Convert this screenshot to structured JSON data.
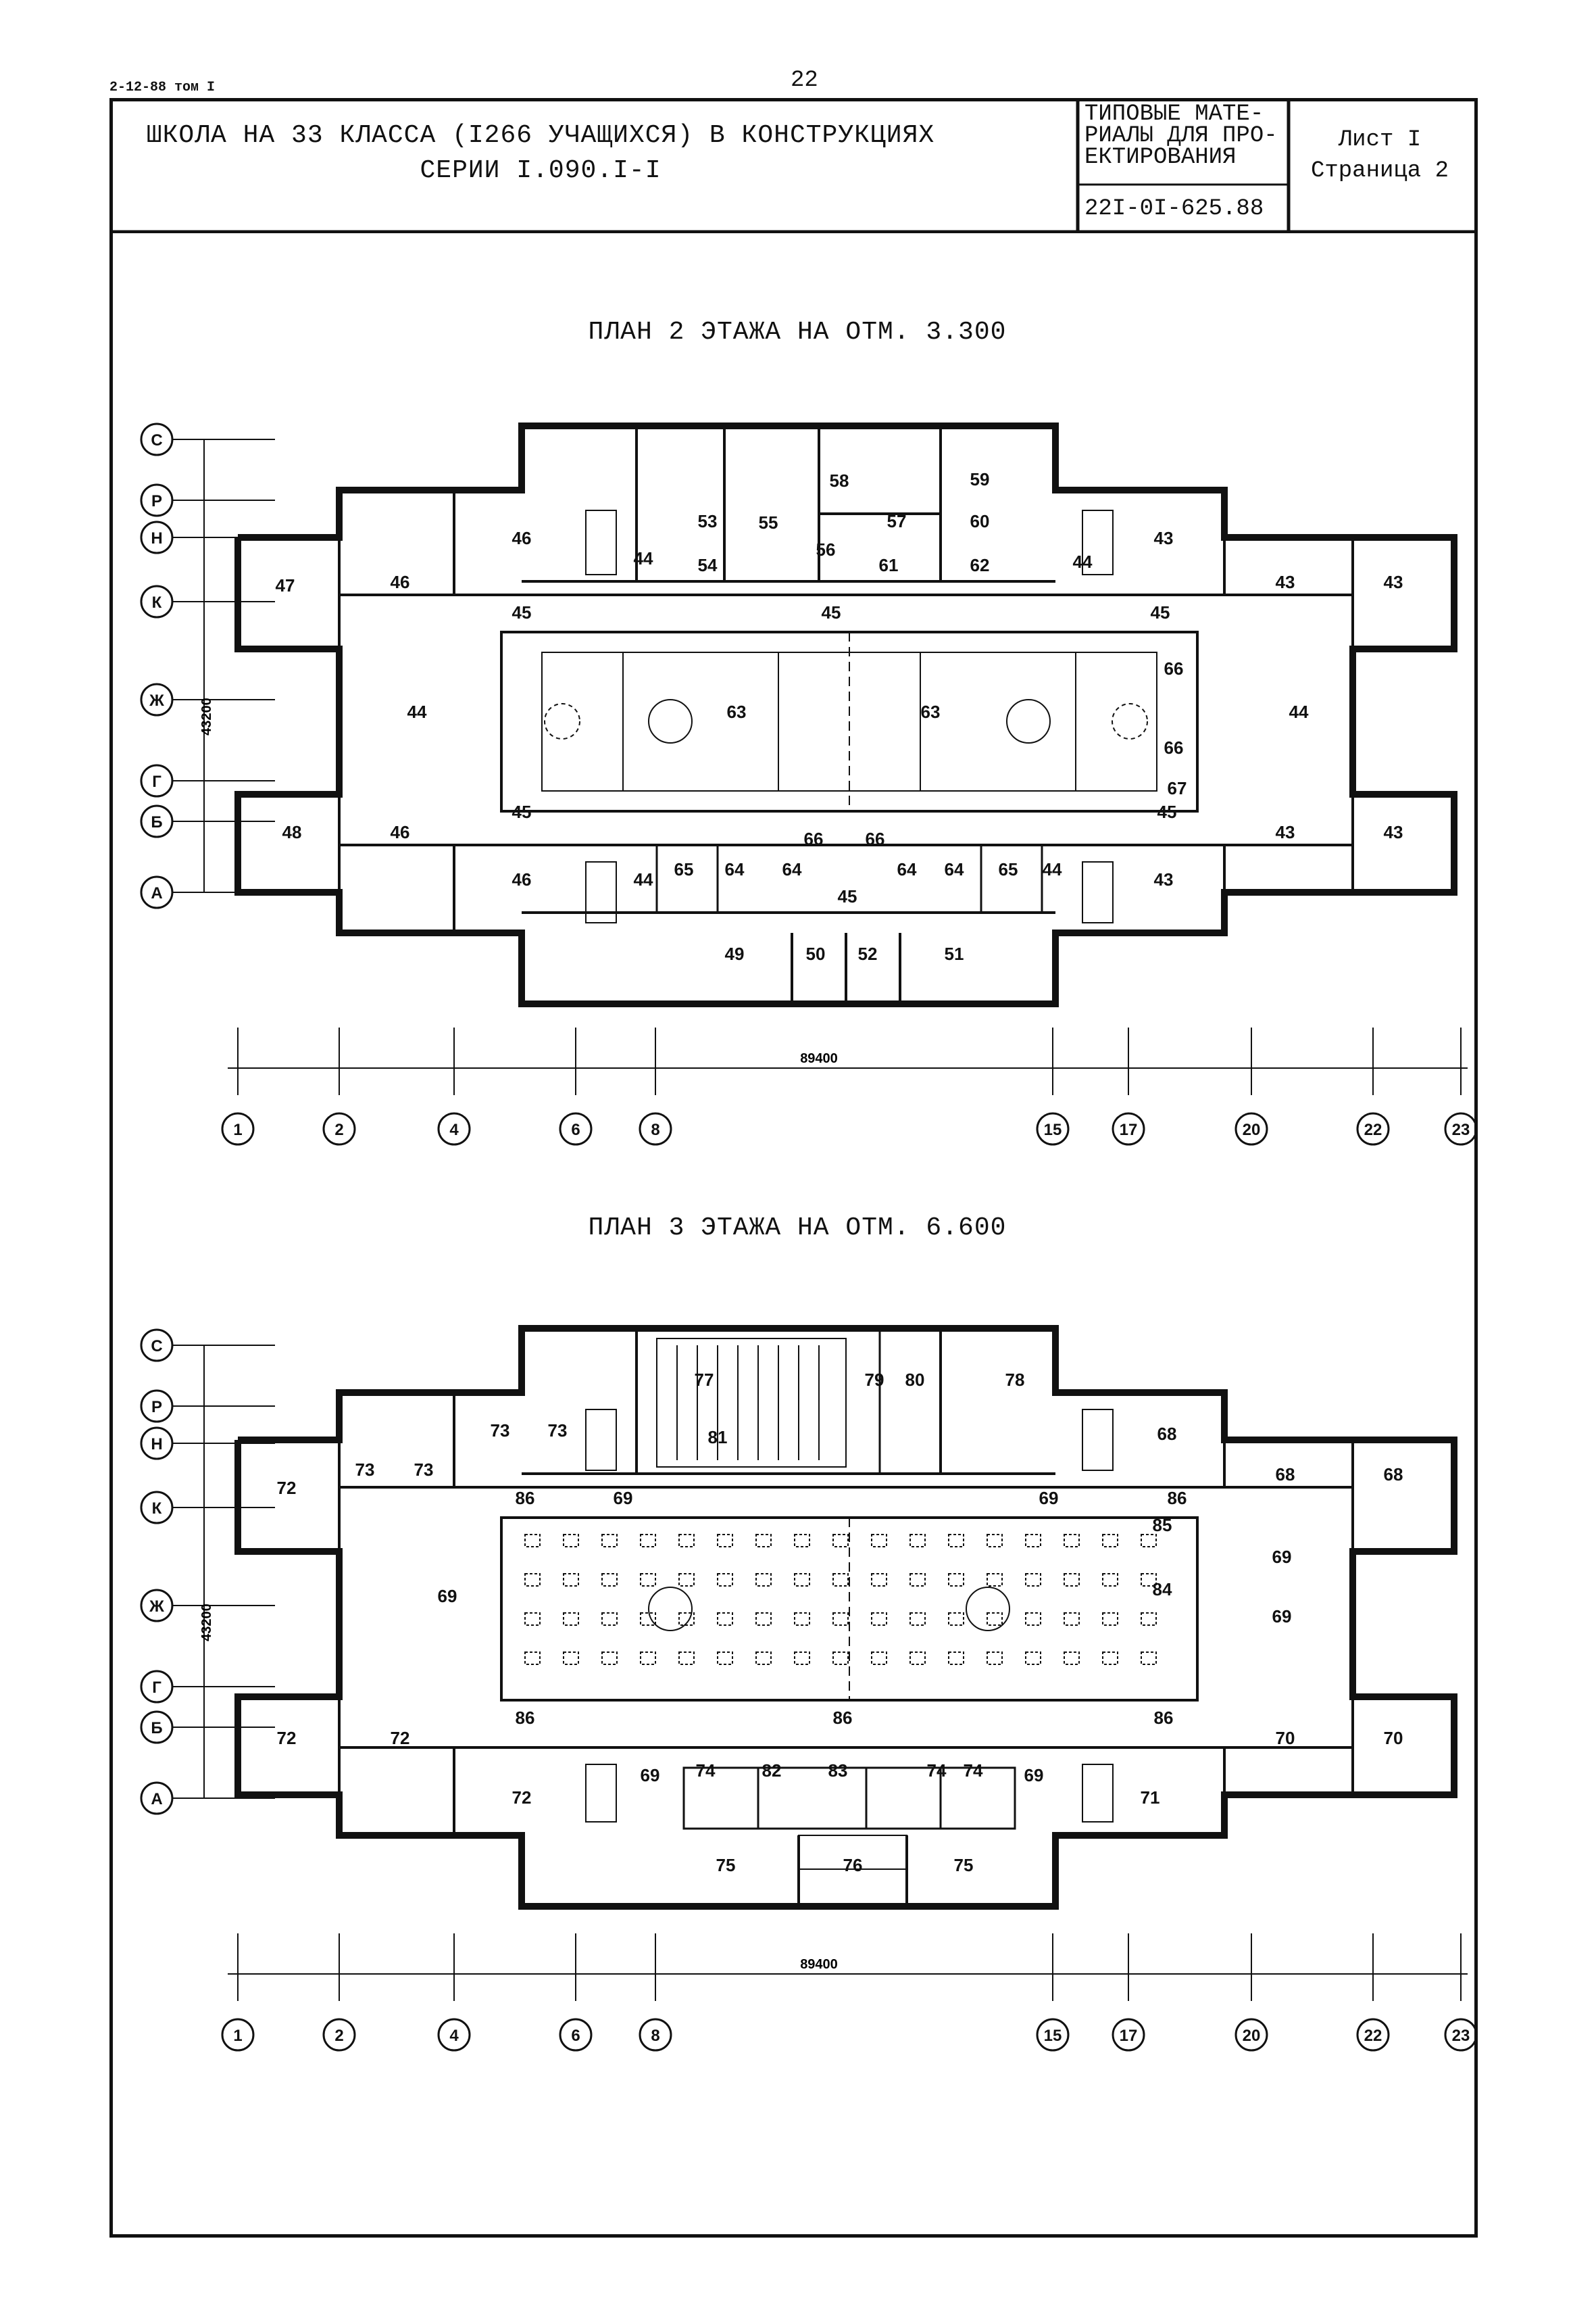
{
  "page": {
    "series_note": "2-12-88 том I",
    "page_number": "22"
  },
  "title_block": {
    "title_line1": "ШКОЛА НА 33 КЛАССА (I266 УЧАЩИХСЯ) В КОНСТРУКЦИЯХ",
    "title_line2": "СЕРИИ I.090.I-I",
    "typ_line1": "ТИПОВЫЕ МАТЕ-",
    "typ_line2": "РИАЛЫ ДЛЯ ПРО-",
    "typ_line3": "ЕКТИРОВАНИЯ",
    "project_code": "22I-0I-625.88",
    "sheet": "Лист I",
    "page_label": "Страница 2"
  },
  "plan2": {
    "title": "ПЛАН 2 ЭТАЖА НА ОТМ. 3.300",
    "overall_width": "89400",
    "overall_depth": "43200",
    "row_axes": [
      "С",
      "Р",
      "Н",
      "К",
      "Ж",
      "Г",
      "Б",
      "А"
    ],
    "col_axes": [
      "1",
      "2",
      "4",
      "6",
      "8",
      "15",
      "17",
      "20",
      "22",
      "23"
    ],
    "rooms": [
      {
        "label": "47"
      },
      {
        "label": "46"
      },
      {
        "label": "46"
      },
      {
        "label": "44"
      },
      {
        "label": "53"
      },
      {
        "label": "54"
      },
      {
        "label": "55"
      },
      {
        "label": "56"
      },
      {
        "label": "58"
      },
      {
        "label": "57"
      },
      {
        "label": "61"
      },
      {
        "label": "59"
      },
      {
        "label": "60"
      },
      {
        "label": "62"
      },
      {
        "label": "44"
      },
      {
        "label": "43"
      },
      {
        "label": "43"
      },
      {
        "label": "43"
      },
      {
        "label": "45"
      },
      {
        "label": "45"
      },
      {
        "label": "45"
      },
      {
        "label": "44"
      },
      {
        "label": "63"
      },
      {
        "label": "63"
      },
      {
        "label": "66"
      },
      {
        "label": "66"
      },
      {
        "label": "67"
      },
      {
        "label": "44"
      },
      {
        "label": "45"
      },
      {
        "label": "45"
      },
      {
        "label": "48"
      },
      {
        "label": "46"
      },
      {
        "label": "46"
      },
      {
        "label": "44"
      },
      {
        "label": "65"
      },
      {
        "label": "64"
      },
      {
        "label": "64"
      },
      {
        "label": "66"
      },
      {
        "label": "66"
      },
      {
        "label": "64"
      },
      {
        "label": "64"
      },
      {
        "label": "65"
      },
      {
        "label": "44"
      },
      {
        "label": "45"
      },
      {
        "label": "43"
      },
      {
        "label": "43"
      },
      {
        "label": "43"
      },
      {
        "label": "49"
      },
      {
        "label": "50"
      },
      {
        "label": "52"
      },
      {
        "label": "51"
      }
    ]
  },
  "plan3": {
    "title": "ПЛАН 3 ЭТАЖА НА ОТМ. 6.600",
    "overall_width": "89400",
    "overall_depth": "43200",
    "row_axes": [
      "С",
      "Р",
      "Н",
      "К",
      "Ж",
      "Г",
      "Б",
      "А"
    ],
    "col_axes": [
      "1",
      "2",
      "4",
      "6",
      "8",
      "15",
      "17",
      "20",
      "22",
      "23"
    ],
    "rooms": [
      {
        "label": "72"
      },
      {
        "label": "73"
      },
      {
        "label": "73"
      },
      {
        "label": "73"
      },
      {
        "label": "73"
      },
      {
        "label": "77"
      },
      {
        "label": "81"
      },
      {
        "label": "79"
      },
      {
        "label": "80"
      },
      {
        "label": "78"
      },
      {
        "label": "68"
      },
      {
        "label": "68"
      },
      {
        "label": "68"
      },
      {
        "label": "86"
      },
      {
        "label": "69"
      },
      {
        "label": "69"
      },
      {
        "label": "86"
      },
      {
        "label": "85"
      },
      {
        "label": "84"
      },
      {
        "label": "69"
      },
      {
        "label": "69"
      },
      {
        "label": "69"
      },
      {
        "label": "72"
      },
      {
        "label": "72"
      },
      {
        "label": "86"
      },
      {
        "label": "86"
      },
      {
        "label": "86"
      },
      {
        "label": "70"
      },
      {
        "label": "70"
      },
      {
        "label": "72"
      },
      {
        "label": "69"
      },
      {
        "label": "74"
      },
      {
        "label": "82"
      },
      {
        "label": "83"
      },
      {
        "label": "74"
      },
      {
        "label": "74"
      },
      {
        "label": "69"
      },
      {
        "label": "71"
      },
      {
        "label": "75"
      },
      {
        "label": "76"
      },
      {
        "label": "75"
      }
    ]
  }
}
